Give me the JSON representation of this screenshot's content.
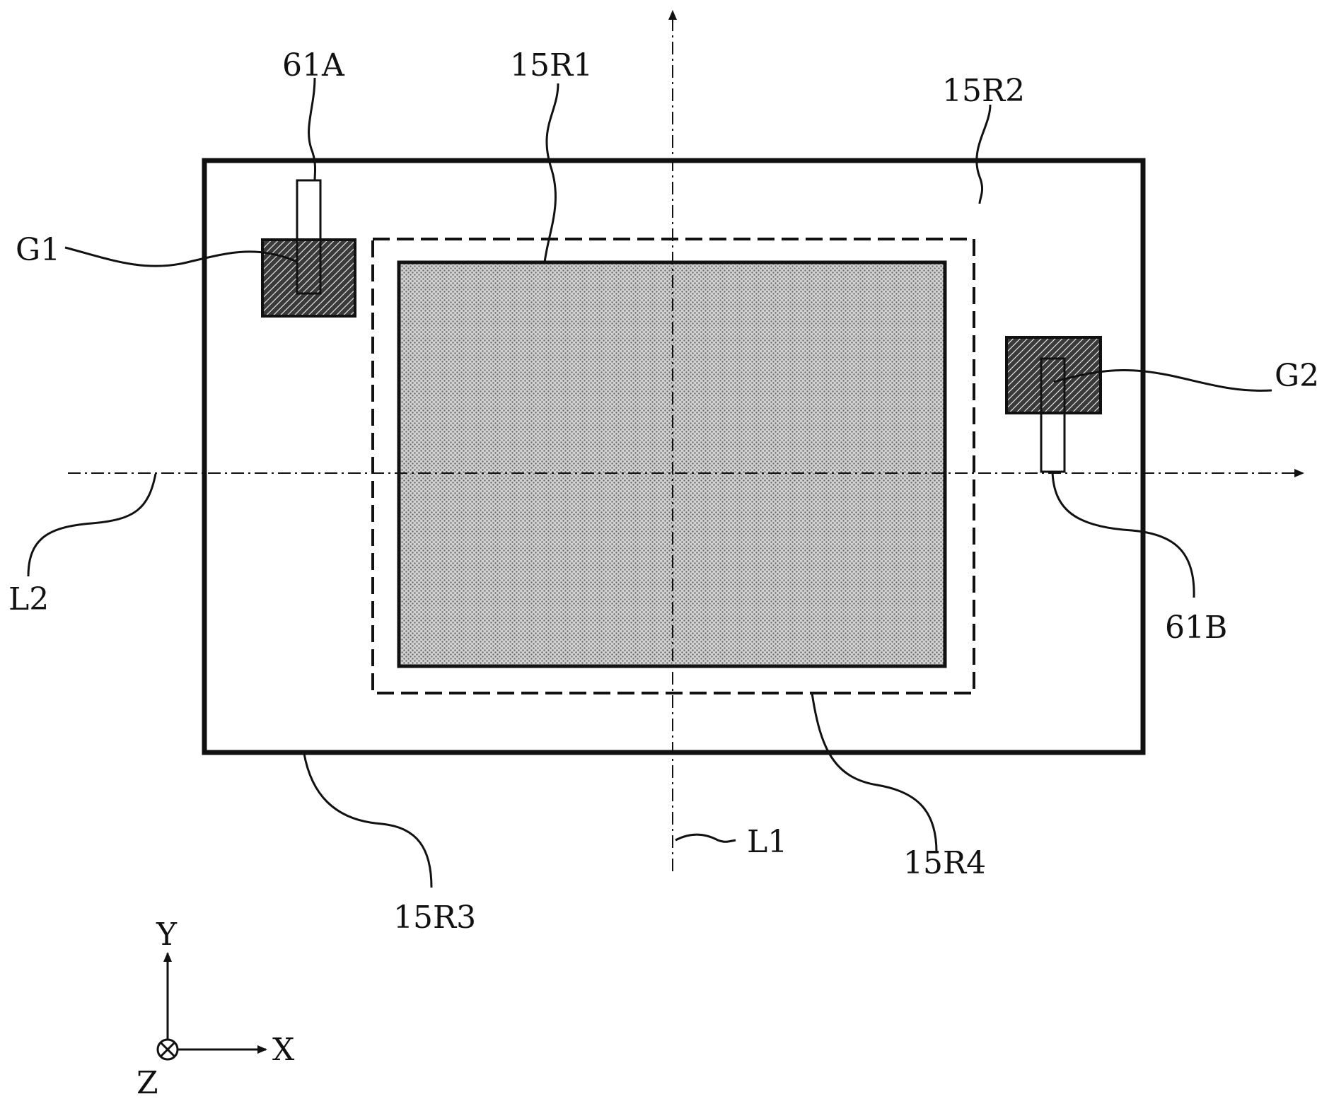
{
  "labels": {
    "l_61A": "61A",
    "l_15R1": "15R1",
    "l_15R2": "15R2",
    "l_G1": "G1",
    "l_G2": "G2",
    "l_L2": "L2",
    "l_61B": "61B",
    "l_L1": "L1",
    "l_15R4": "15R4",
    "l_15R3": "15R3",
    "axis_y": "Y",
    "axis_x": "X",
    "axis_z": "Z"
  },
  "colors": {
    "line": "#111111",
    "region_fill": "#b8b8b8",
    "pad_fill": "#2a2a2a",
    "background": "#ffffff"
  }
}
